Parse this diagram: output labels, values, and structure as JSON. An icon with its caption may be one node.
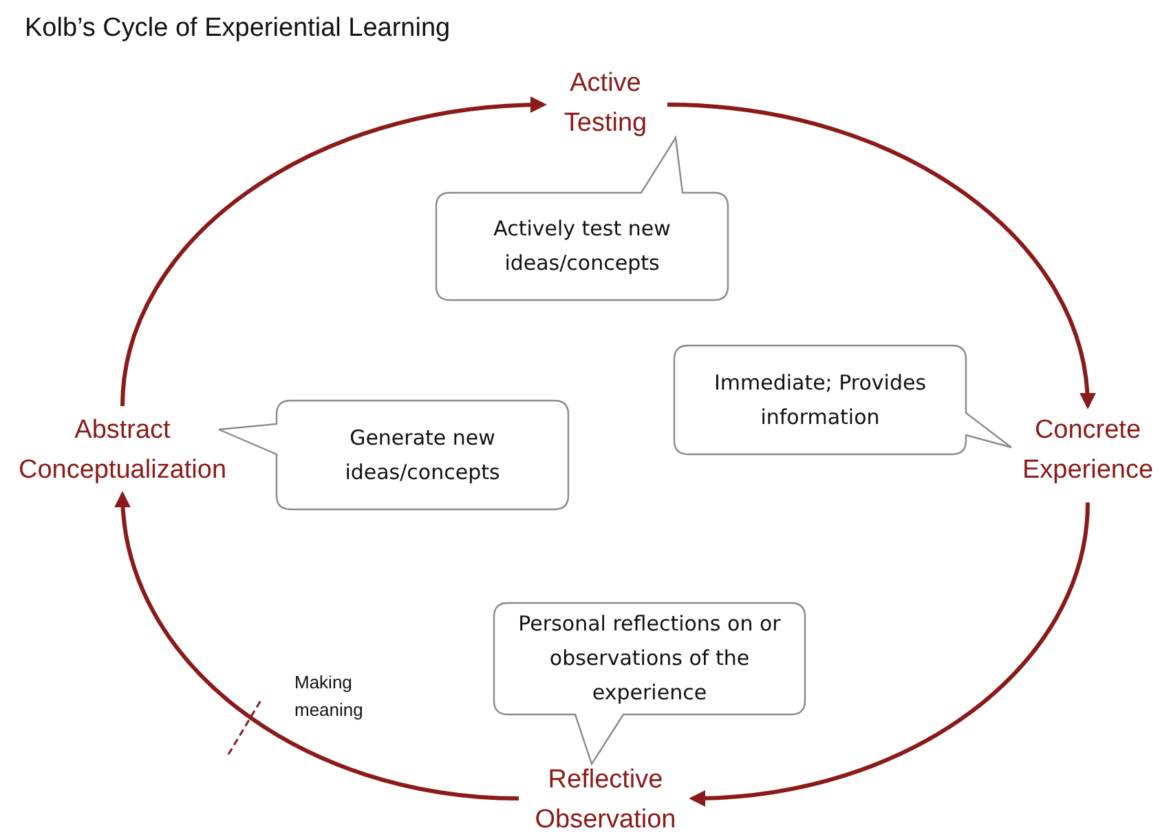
{
  "diagram": {
    "title": "Kolb’s Cycle of Experiential Learning",
    "nodes": [
      {
        "text": [
          "Active Testing"
        ]
      },
      {
        "text": [
          "Actively test new ideas/concepts"
        ]
      },
      {
        "text": [
          "Concrete Experience"
        ]
      },
      {
        "text": [
          "Immediate; Provides information"
        ]
      },
      {
        "text": [
          "Reflective Observation"
        ]
      },
      {
        "text": [
          "Personal reflections on or observations of the experience"
        ]
      },
      {
        "text": [
          "Abstract Conceptualization"
        ]
      },
      {
        "text": [
          "Generate new ideas/concepts"
        ]
      }
    ],
    "edges": [
      {
        "from": 0,
        "to": 2,
        "arrow": "to"
      },
      {
        "from": 2,
        "to": 4,
        "arrow": "to"
      },
      {
        "from": 4,
        "to": 6,
        "arrow": "to"
      },
      {
        "from": 6,
        "to": 0,
        "arrow": "to"
      }
    ],
    "labels": [
      "Making meaning"
    ]
  }
}
